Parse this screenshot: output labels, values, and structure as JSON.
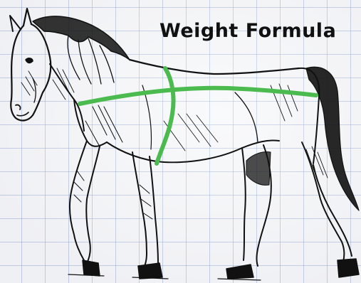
{
  "title": "Weight Formula",
  "colors": {
    "ink": "#111111",
    "measure_line": "#4cbb4f",
    "grid": "#7891c8",
    "paper": "#f6f7f9"
  },
  "illustration": {
    "subject": "horse-sketch",
    "measurements": [
      "body-length-line",
      "heart-girth-line"
    ]
  }
}
